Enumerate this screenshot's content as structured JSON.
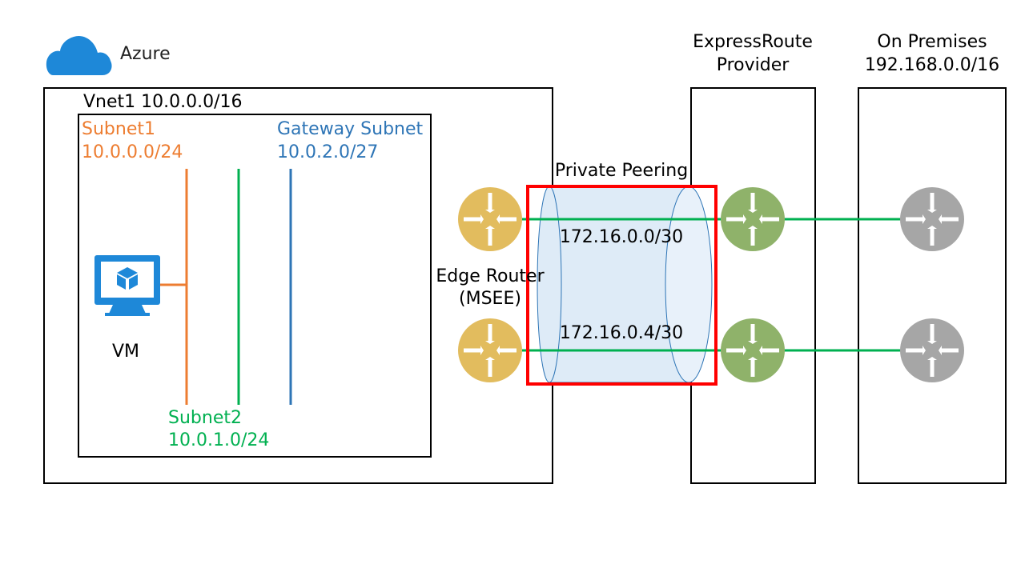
{
  "cloud": {
    "label": "Azure",
    "icon": "cloud-icon"
  },
  "vnet": {
    "label": "Vnet1 10.0.0.0/16"
  },
  "subnet1": {
    "name": "Subnet1",
    "cidr": "10.0.0.0/24",
    "color": "#ED7D31"
  },
  "subnet2": {
    "name": "Subnet2",
    "cidr": "10.0.1.0/24",
    "color": "#00B050"
  },
  "gateway_subnet": {
    "name": "Gateway Subnet",
    "cidr": "10.0.2.0/27",
    "color": "#2E75B6"
  },
  "vm": {
    "label": "VM",
    "icon": "vm-monitor-icon"
  },
  "edge_router": {
    "line1": "Edge Router",
    "line2": "(MSEE)",
    "color": "#E2BC5E",
    "icon": "router-icon"
  },
  "peering": {
    "label": "Private Peering",
    "link1": "172.16.0.0/30",
    "link2": "172.16.0.4/30",
    "highlight_color": "#FF0000",
    "fill_color": "#DEEBF7"
  },
  "provider": {
    "line1": "ExpressRoute",
    "line2": "Provider",
    "router_color": "#8FB26A"
  },
  "on_premises": {
    "line1": "On Premises",
    "line2": "192.168.0.0/16",
    "router_color": "#A6A6A6"
  },
  "link_color": "#00B050"
}
